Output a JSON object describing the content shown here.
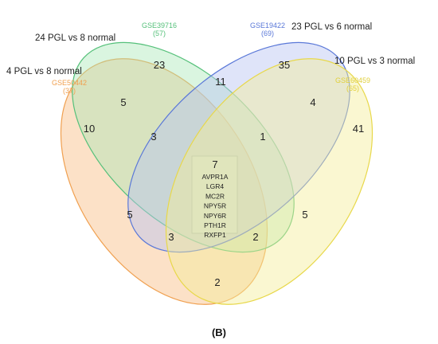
{
  "figure": {
    "caption": "(B)",
    "sets": [
      {
        "id": "gse50442",
        "gse": "GSE50442",
        "count": "(37)",
        "description": "4 PGL vs 8 normal",
        "color": "#f0a050",
        "fill": "#f7b87a"
      },
      {
        "id": "gse39716",
        "gse": "GSE39716",
        "count": "(57)",
        "description": "24 PGL vs 8 normal",
        "color": "#55c07a",
        "fill": "#a8e8b4"
      },
      {
        "id": "gse19422",
        "gse": "GSE19422",
        "count": "(69)",
        "description": "23 PGL vs 6 normal",
        "color": "#5a78d8",
        "fill": "#b9c4f2"
      },
      {
        "id": "gse60459",
        "gse": "GSE60459",
        "count": "(65)",
        "description": "10 PGL vs 3 normal",
        "color": "#e8d84a",
        "fill": "#f4ee9a"
      }
    ],
    "regions": {
      "only_gse39716": "23",
      "only_gse19422": "35",
      "only_gse50442": "10",
      "only_gse60459": "41",
      "gse39716_gse19422": "11",
      "gse50442_gse39716": "5",
      "gse19422_gse60459": "4",
      "gse50442_gse39716_gse19422": "3",
      "gse39716_gse19422_gse60459": "1",
      "gse50442_gse19422": "5",
      "gse39716_gse60459": "5",
      "all_four": "7",
      "gse50442_gse19422_gse60459": "3",
      "gse50442_gse39716_gse60459": "2",
      "gse50442_gse60459": "2"
    },
    "core_genes": [
      "AVPR1A",
      "LGR4",
      "MC2R",
      "NPY5R",
      "NPY6R",
      "PTH1R",
      "RXFP1"
    ]
  }
}
